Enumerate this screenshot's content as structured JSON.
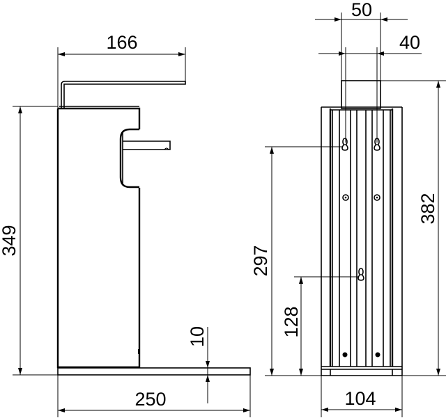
{
  "drawing": {
    "title": "Dimensioned technical drawing – side view and rear view of wall/stand-mounted dispenser",
    "line_color": "#000000",
    "background": "#ffffff",
    "units": "mm"
  },
  "side_view": {
    "dimensions": {
      "top_width": "166",
      "height": "349",
      "base_thickness": "10",
      "base_width": "250"
    }
  },
  "rear_view": {
    "dimensions": {
      "top_outer_width": "50",
      "top_inner_width": "40",
      "total_height": "382",
      "upper_hole_height": "297",
      "lower_hole_height": "128",
      "base_width": "104"
    }
  }
}
